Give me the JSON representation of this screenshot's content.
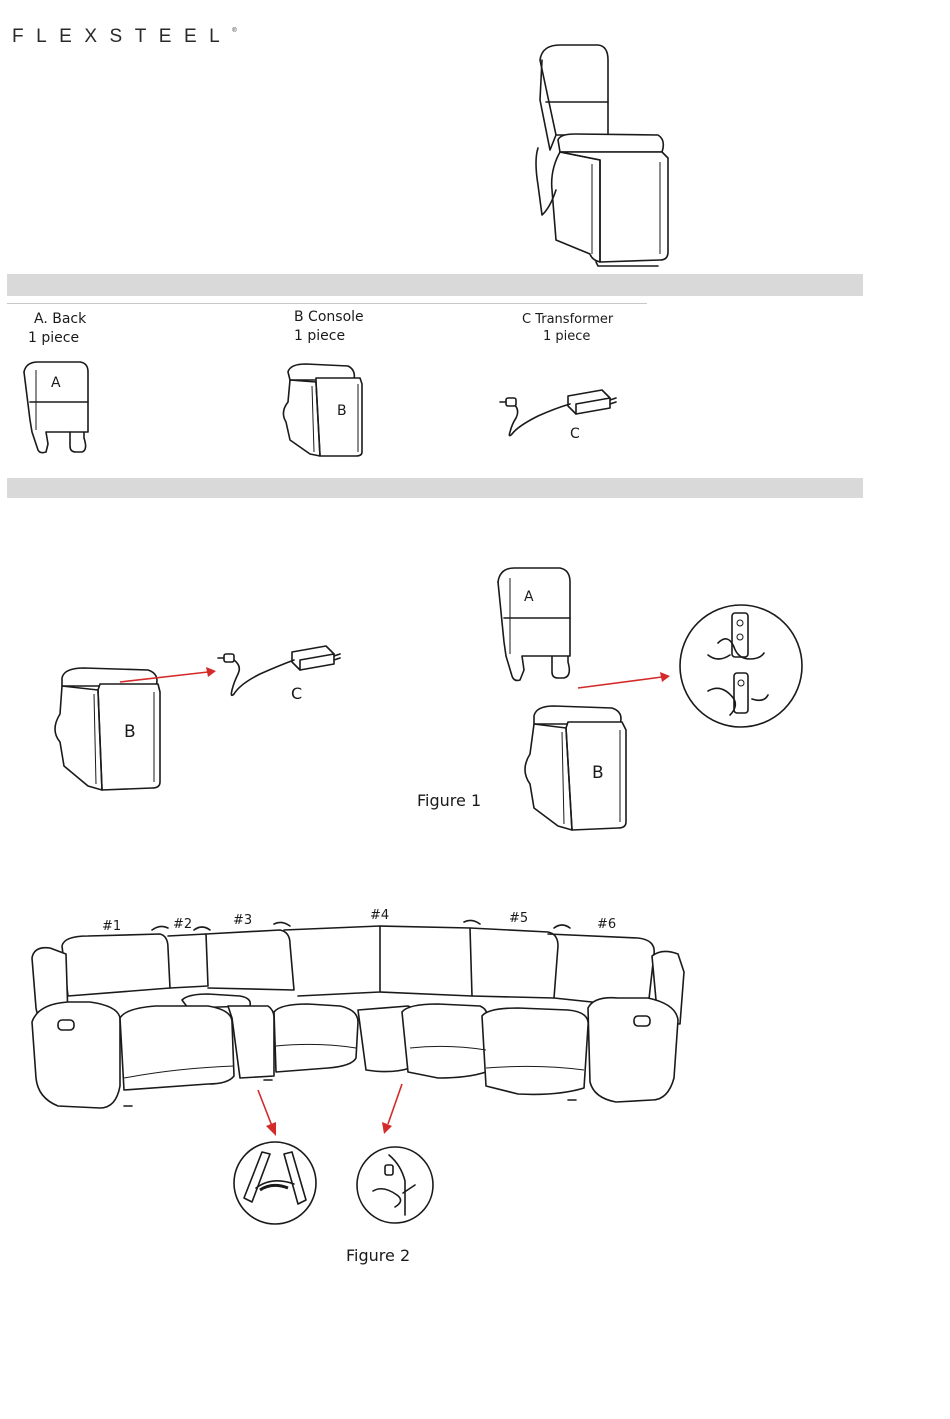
{
  "brand": {
    "logo_text": "FLEXSTEEL",
    "registered_mark": "®"
  },
  "parts": [
    {
      "name": "A. Back",
      "qty": "1 piece",
      "letter": "A"
    },
    {
      "name": "B Console",
      "qty": "1 piece",
      "letter": "B"
    },
    {
      "name": "C Transformer",
      "qty": "1 piece",
      "letter": "C"
    }
  ],
  "figure1": {
    "caption": "Figure 1",
    "labels": {
      "a": "A",
      "b1": "B",
      "c": "C",
      "b2": "B"
    }
  },
  "figure2": {
    "caption": "Figure 2",
    "seat_numbers": [
      "#1",
      "#2",
      "#3",
      "#4",
      "#5",
      "#6"
    ]
  },
  "colors": {
    "band": "#d9d9d9",
    "arrow": "#d42a2a",
    "line": "#1a1a1a"
  }
}
